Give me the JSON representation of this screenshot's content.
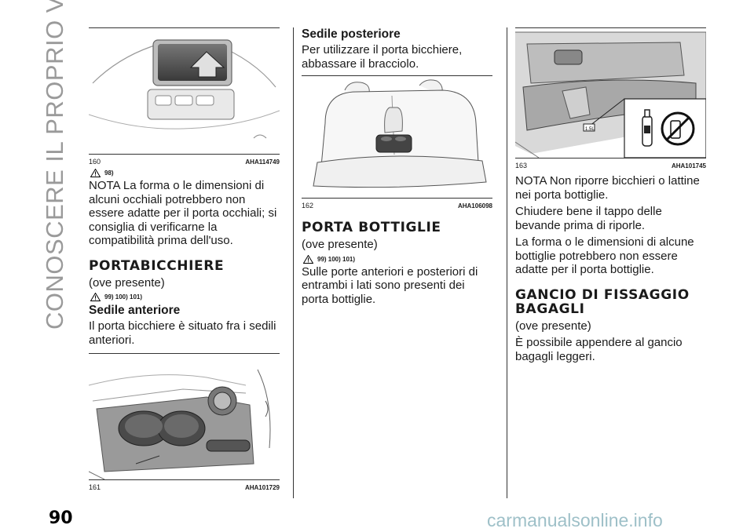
{
  "sidebar_title": "CONOSCERE IL PROPRIO VEICOLO",
  "page_number": "90",
  "watermark": "carmanualsonline.info",
  "col1": {
    "fig160": {
      "num": "160",
      "ref": "AHA114749"
    },
    "warn1": "98)",
    "note": "NOTA La forma o le dimensioni di alcuni occhiali potrebbero non essere adatte per il porta occhiali; si consiglia di verificarne la compatibilità prima dell'uso.",
    "heading": "PORTABICCHIERE",
    "optional": "(ove presente)",
    "warn2": "99)  100)  101)",
    "subheading": "Sedile anteriore",
    "text": "Il porta bicchiere è situato fra i sedili anteriori.",
    "fig161": {
      "num": "161",
      "ref": "AHA101729"
    }
  },
  "col2": {
    "subheading": "Sedile posteriore",
    "text": "Per utilizzare il porta bicchiere, abbassare il bracciolo.",
    "fig162": {
      "num": "162",
      "ref": "AHA106098"
    },
    "heading": "PORTA BOTTIGLIE",
    "optional": "(ove presente)",
    "warn": "99)  100)  101)",
    "text2": "Sulle porte anteriori e posteriori di entrambi i lati sono presenti dei porta bottiglie."
  },
  "col3": {
    "fig163": {
      "num": "163",
      "ref": "AHA101745",
      "label": "1.5L"
    },
    "note": "NOTA Non riporre bicchieri o lattine nei porta bottiglie.",
    "p1": "Chiudere bene il tappo delle bevande prima di riporle.",
    "p2": "La forma o le dimensioni di alcune bottiglie potrebbero non essere adatte per il porta bottiglie.",
    "heading": "GANCIO DI FISSAGGIO BAGAGLI",
    "optional": "(ove presente)",
    "text": "È possibile appendere al gancio bagagli leggeri."
  }
}
